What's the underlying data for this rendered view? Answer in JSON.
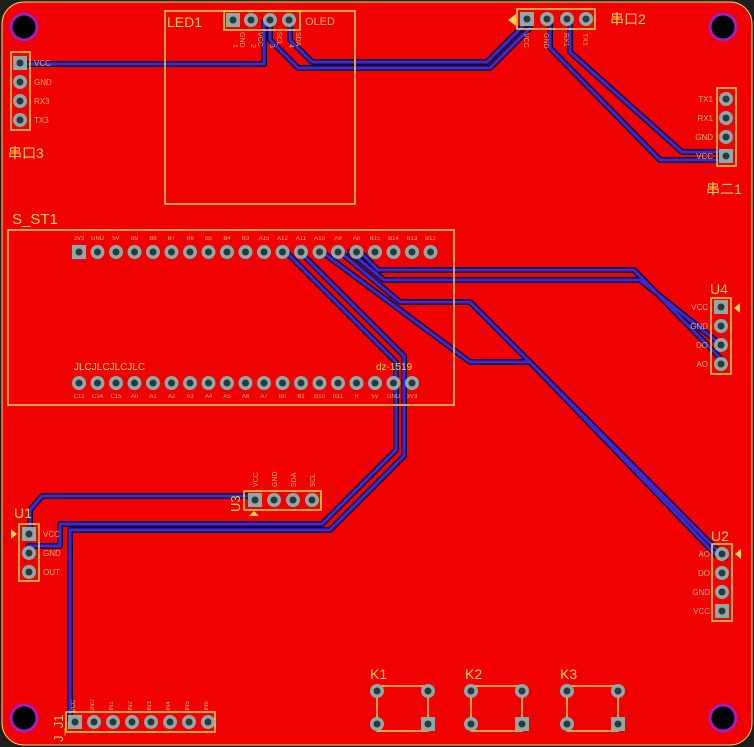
{
  "colors": {
    "board": "#f00000",
    "background": "#1e1e1e",
    "silkscreen": "#ffd84a",
    "trace": "#3c2ad8",
    "pad": "#8fa8a8",
    "pad_hole": "#2a3a3a",
    "mount_hole": "#a020c0"
  },
  "components": {
    "led1": {
      "designator": "LED1",
      "name": "OLED",
      "pins": [
        "1",
        "2",
        "3",
        "4"
      ],
      "pin_labels": [
        "GND",
        "VCC",
        "SCL",
        "SDA"
      ]
    },
    "serial2": {
      "designator": "串口2",
      "pins": [
        "VCC",
        "GND",
        "RX1",
        "TX1"
      ]
    },
    "serial3": {
      "designator": "串口3",
      "pins": [
        "VCC",
        "GND",
        "RX3",
        "TX3"
      ]
    },
    "serial_right": {
      "designator": "串二1",
      "pins": [
        "TX1",
        "RX1",
        "GND",
        "VCC"
      ]
    },
    "s_st1": {
      "designator": "S_ST1",
      "text_left": "JLCJLCJLCJLC",
      "text_right": "dz-1519",
      "top_pins": [
        "3V3",
        "GND",
        "5V",
        "B9",
        "B8",
        "B7",
        "B6",
        "B5",
        "B4",
        "B3",
        "A15",
        "A12",
        "A11",
        "A10",
        "A9",
        "A8",
        "B15",
        "B14",
        "B13",
        "B12"
      ],
      "bottom_pins": [
        "C13",
        "C14",
        "C15",
        "A0",
        "A1",
        "A2",
        "A3",
        "A4",
        "A5",
        "A6",
        "A7",
        "B0",
        "B1",
        "B10",
        "B11",
        "R",
        "5V",
        "GND",
        "3V3"
      ]
    },
    "u4": {
      "designator": "U4",
      "pins": [
        "VCC",
        "GND",
        "DO",
        "AO"
      ]
    },
    "u2": {
      "designator": "U2",
      "pins": [
        "AO",
        "DO",
        "GND",
        "VCC"
      ]
    },
    "u3": {
      "designator": "U3",
      "pins": [
        "VCC",
        "GND",
        "SDA",
        "SCL"
      ]
    },
    "u1": {
      "designator": "U1",
      "pins": [
        "VCC",
        "GND",
        "OUT"
      ]
    },
    "j1": {
      "designator": "J_J1",
      "pins": [
        "VCC",
        "GND",
        "IN1",
        "IN2",
        "IN3",
        "IN4",
        "IN5",
        "IN6"
      ]
    },
    "k1": {
      "designator": "K1"
    },
    "k2": {
      "designator": "K2"
    },
    "k3": {
      "designator": "K3"
    }
  }
}
